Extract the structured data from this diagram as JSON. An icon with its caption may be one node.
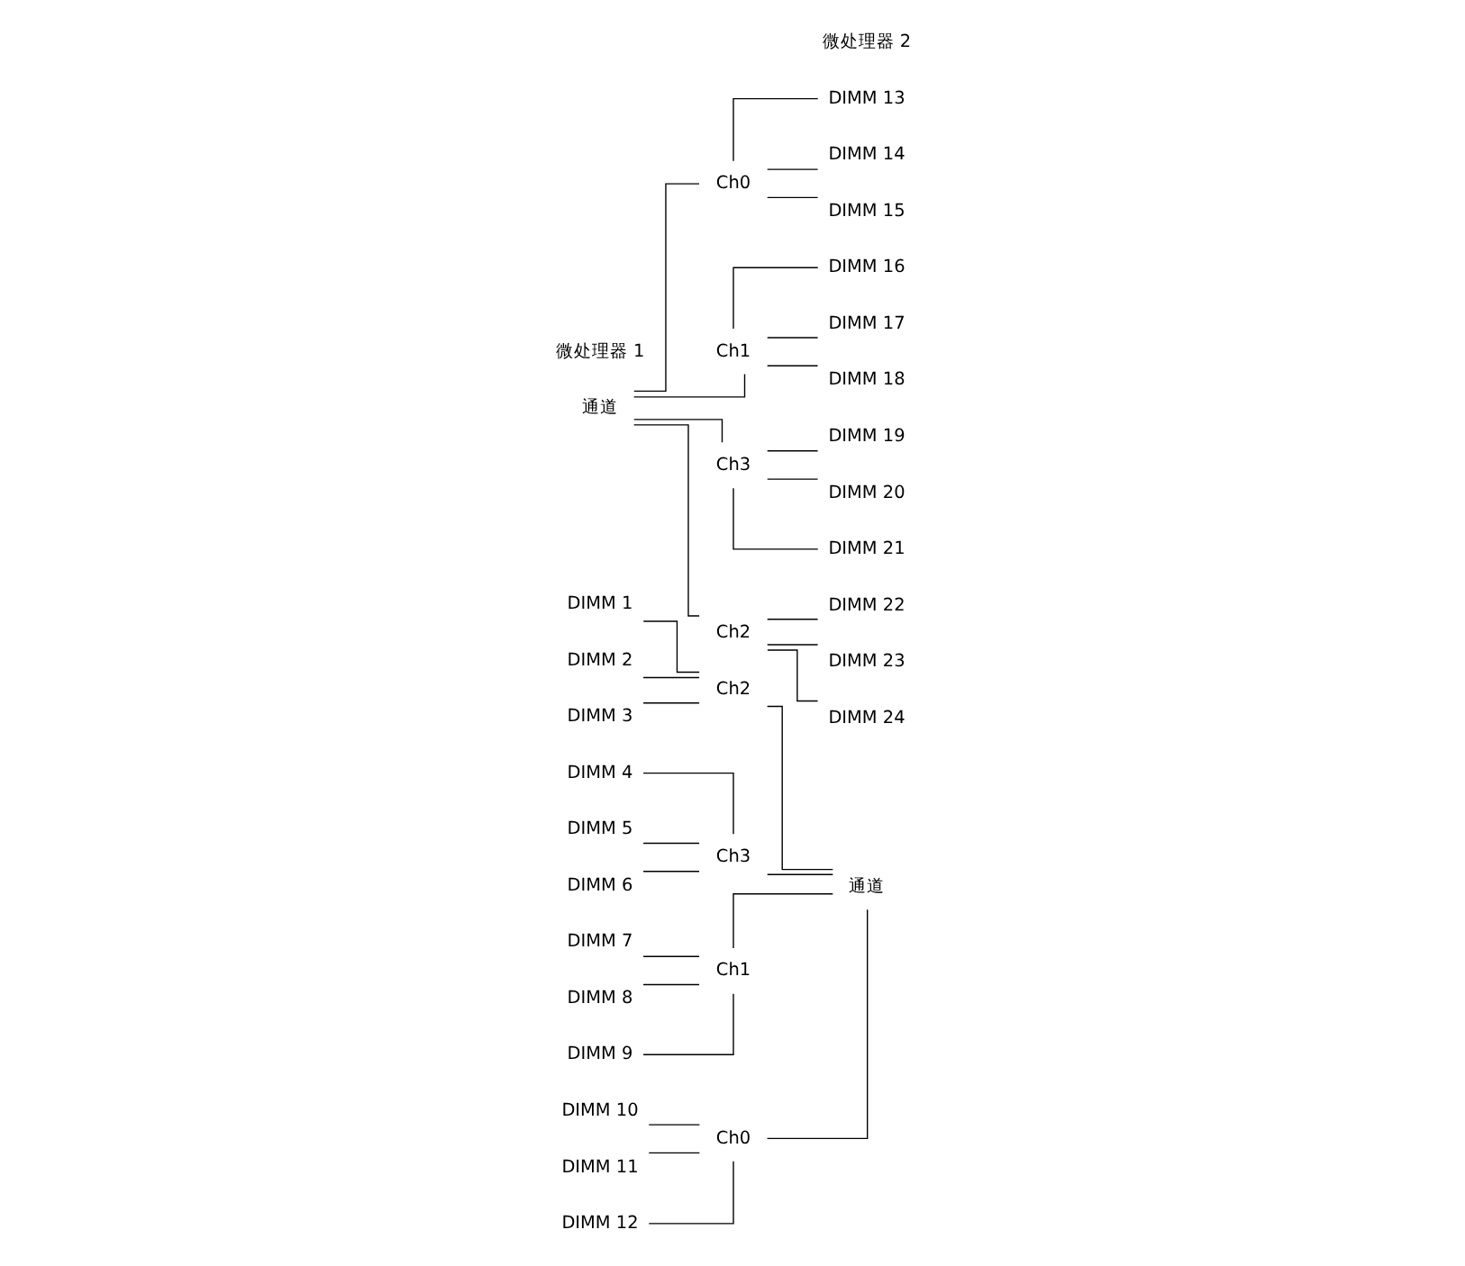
{
  "diagram": {
    "nodes": [
      {
        "text": [
          "通道"
        ]
      },
      {
        "text": [
          "Ch2"
        ]
      },
      {
        "text": [
          "DIMM 1"
        ]
      },
      {
        "text": [
          "DIMM 2"
        ]
      },
      {
        "text": [
          "DIMM 3"
        ]
      },
      {
        "text": [
          "Ch3"
        ]
      },
      {
        "text": [
          "DIMM 4"
        ]
      },
      {
        "text": [
          "DIMM 5"
        ]
      },
      {
        "text": [
          "DIMM 6"
        ]
      },
      {
        "text": [
          "Ch1"
        ]
      },
      {
        "text": [
          "DIMM 7"
        ]
      },
      {
        "text": [
          "DIMM 8"
        ]
      },
      {
        "text": [
          "DIMM 9"
        ]
      },
      {
        "text": [
          "Ch0"
        ]
      },
      {
        "text": [
          "DIMM 10"
        ]
      },
      {
        "text": [
          "DIMM 11"
        ]
      },
      {
        "text": [
          "DIMM 12"
        ]
      },
      {
        "text": [
          "通道"
        ]
      },
      {
        "text": [
          "Ch0"
        ]
      },
      {
        "text": [
          "DIMM 13"
        ]
      },
      {
        "text": [
          "DIMM 14"
        ]
      },
      {
        "text": [
          "DIMM 15"
        ]
      },
      {
        "text": [
          "Ch1"
        ]
      },
      {
        "text": [
          "DIMM 16"
        ]
      },
      {
        "text": [
          "DIMM 17"
        ]
      },
      {
        "text": [
          "DIMM 18"
        ]
      },
      {
        "text": [
          "Ch3"
        ]
      },
      {
        "text": [
          "DIMM 19"
        ]
      },
      {
        "text": [
          "DIMM 20"
        ]
      },
      {
        "text": [
          "DIMM 21"
        ]
      },
      {
        "text": [
          "Ch2"
        ]
      },
      {
        "text": [
          "DIMM 22"
        ]
      },
      {
        "text": [
          "DIMM 23"
        ]
      },
      {
        "text": [
          "DIMM 24"
        ]
      }
    ],
    "edges": [
      {
        "from": 2,
        "to": 1,
        "arrow": "none"
      },
      {
        "from": 3,
        "to": 1,
        "arrow": "none"
      },
      {
        "from": 4,
        "to": 1,
        "arrow": "none"
      },
      {
        "from": 6,
        "to": 5,
        "arrow": "none"
      },
      {
        "from": 7,
        "to": 5,
        "arrow": "none"
      },
      {
        "from": 8,
        "to": 5,
        "arrow": "none"
      },
      {
        "from": 10,
        "to": 9,
        "arrow": "none"
      },
      {
        "from": 11,
        "to": 9,
        "arrow": "none"
      },
      {
        "from": 12,
        "to": 9,
        "arrow": "none"
      },
      {
        "from": 14,
        "to": 13,
        "arrow": "none"
      },
      {
        "from": 15,
        "to": 13,
        "arrow": "none"
      },
      {
        "from": 16,
        "to": 13,
        "arrow": "none"
      },
      {
        "from": 1,
        "to": 0,
        "arrow": "none"
      },
      {
        "from": 5,
        "to": 0,
        "arrow": "none"
      },
      {
        "from": 9,
        "to": 0,
        "arrow": "none"
      },
      {
        "from": 13,
        "to": 0,
        "arrow": "none"
      },
      {
        "from": 17,
        "to": 18,
        "arrow": "none"
      },
      {
        "from": 17,
        "to": 22,
        "arrow": "none"
      },
      {
        "from": 17,
        "to": 26,
        "arrow": "none"
      },
      {
        "from": 17,
        "to": 30,
        "arrow": "none"
      },
      {
        "from": 18,
        "to": 19,
        "arrow": "none"
      },
      {
        "from": 18,
        "to": 20,
        "arrow": "none"
      },
      {
        "from": 18,
        "to": 21,
        "arrow": "none"
      },
      {
        "from": 22,
        "to": 23,
        "arrow": "none"
      },
      {
        "from": 22,
        "to": 24,
        "arrow": "none"
      },
      {
        "from": 22,
        "to": 25,
        "arrow": "none"
      },
      {
        "from": 26,
        "to": 27,
        "arrow": "none"
      },
      {
        "from": 26,
        "to": 28,
        "arrow": "none"
      },
      {
        "from": 26,
        "to": 29,
        "arrow": "none"
      },
      {
        "from": 30,
        "to": 31,
        "arrow": "none"
      },
      {
        "from": 30,
        "to": 32,
        "arrow": "none"
      },
      {
        "from": 30,
        "to": 33,
        "arrow": "none"
      }
    ],
    "labels": [
      "微处理器 1",
      "微处理器 2"
    ]
  }
}
